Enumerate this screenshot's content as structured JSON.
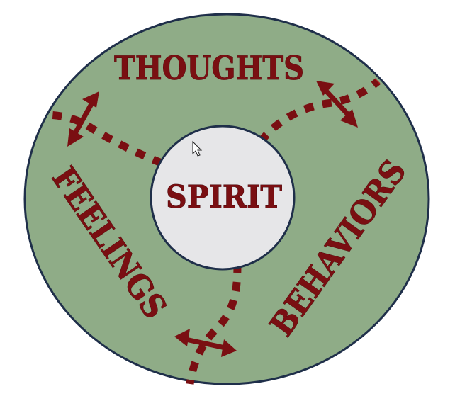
{
  "diagram": {
    "center_label": "SPIRIT",
    "labels": {
      "top": "THOUGHTS",
      "left": "FEELINGS",
      "right": "BEHAVIORS"
    },
    "colors": {
      "outer_fill": "#8fac87",
      "outer_stroke": "#1f2f4a",
      "inner_fill": "#e6e6e8",
      "inner_stroke": "#1f2f4a",
      "text": "#7a0f12",
      "connector": "#7a0f12"
    },
    "icons": {
      "cursor": "mouse-pointer-icon",
      "connector_arrow": "double-arrow-icon"
    }
  }
}
